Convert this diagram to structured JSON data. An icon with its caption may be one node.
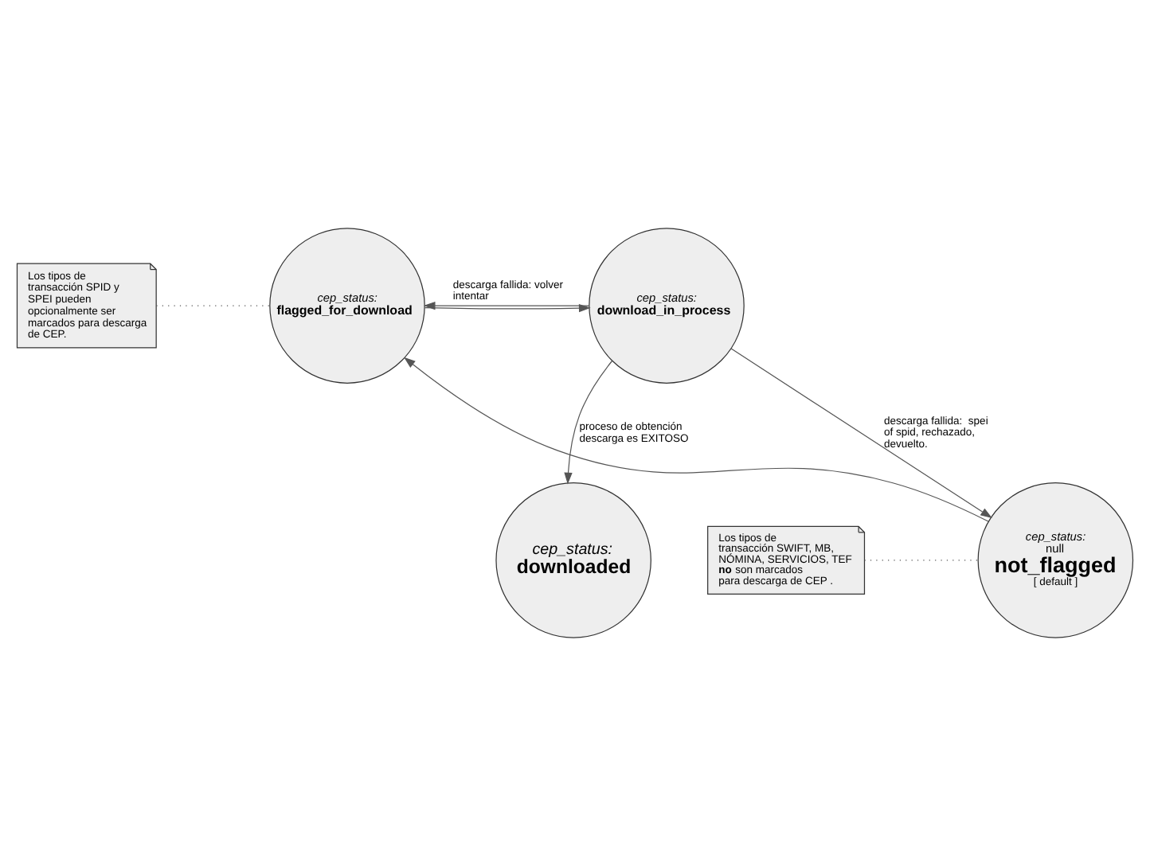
{
  "diagram": {
    "nodes": [
      {
        "text": [
          "cep_status:",
          "flagged_for_download"
        ]
      },
      {
        "text": [
          "cep_status:",
          "download_in_process"
        ]
      },
      {
        "text": [
          "Los tipos de transacción SPID y SPEI pueden opcionalmente ser marcados para descarga de CEP."
        ]
      },
      {
        "text": [
          "cep_status:",
          "null",
          "not_flagged",
          "[ default ]"
        ]
      },
      {
        "text": [
          "cep_status:",
          "downloaded"
        ]
      },
      {
        "text": [
          "Los tipos de transacción SWIFT, MB, NÓMINA, SERVICIOS, TEF **no** son marcados para descarga de CEP ."
        ]
      }
    ],
    "edges": [
      {
        "from": 1,
        "to": 0,
        "arrow": "to",
        "label": "descarga fallida: volver intentar"
      },
      {
        "from": 0,
        "to": 1,
        "arrow": "to"
      },
      {
        "from": 1,
        "to": 3,
        "arrow": "to",
        "label": "descarga fallida:  spei of spid, rechazado, devuelto."
      },
      {
        "from": 1,
        "to": 4,
        "arrow": "to",
        "label": "proceso de obtención descarga es EXITOSO"
      },
      {
        "from": 3,
        "to": 0,
        "arrow": "to"
      },
      {
        "from": 2,
        "to": 0,
        "arrow": "none",
        "style": "dashed"
      },
      {
        "from": 5,
        "to": 3,
        "arrow": "none",
        "style": "dashed"
      }
    ]
  }
}
